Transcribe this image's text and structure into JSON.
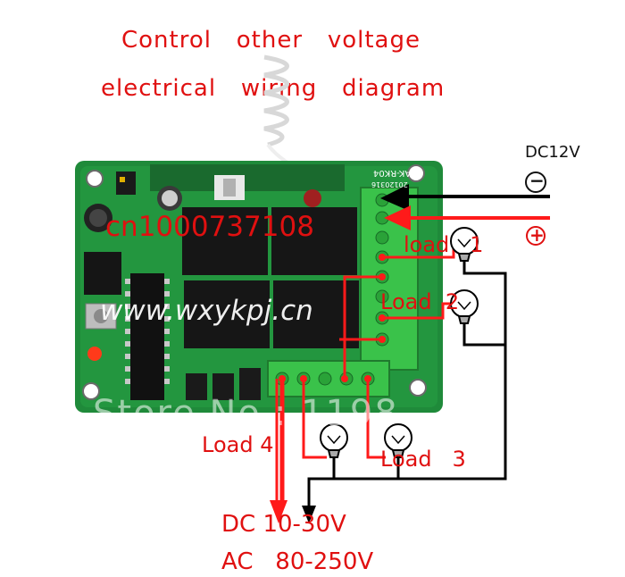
{
  "diagram": {
    "title_line1": "Control   other   voltage",
    "title_line2": "electrical   wiring   diagram",
    "dc_in_label": "DC12V",
    "neg_symbol": "−",
    "pos_symbol": "+",
    "load1": "load   1",
    "load2": "Load  2",
    "load3": "Load   3",
    "load4": "Load 4",
    "supply_dc": "DC 10-30V",
    "supply_ac": "AC   80-250V",
    "watermark_code": "cn1000737108",
    "watermark_site": "www.wxykpj.cn",
    "watermark_store": "Store No.: 1198",
    "board_model": "AK-RK04",
    "board_date": "20120316",
    "colors": {
      "text_red": "#e01010",
      "wire_red": "#ff1a1a",
      "pcb_green": "#1f8a3a",
      "terminal_green": "#3ac24a",
      "relay_black": "#161616"
    }
  }
}
